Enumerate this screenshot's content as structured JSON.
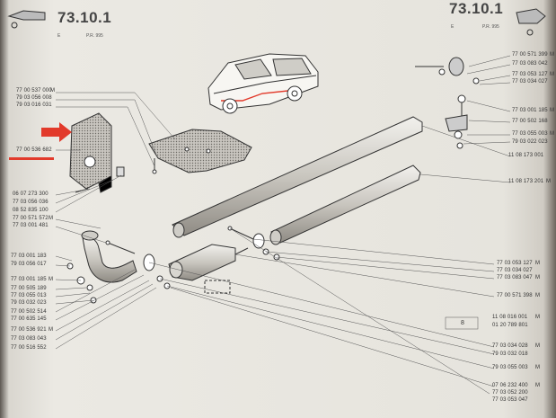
{
  "page_codes": {
    "left_section": "73.10.1",
    "left_ref": "P.R. 995",
    "left_e": "E",
    "right_section": "73.10.1",
    "right_ref": "P.R. 995",
    "right_e": "E"
  },
  "left_numbers": [
    "77 00 537 000",
    "79 03 056 008",
    "79 03 016 031",
    "77 00 536 682",
    "06 07 273 300",
    "77 03 056 036",
    "08 52 835 100",
    "77 00 571 572",
    "77 03 001 481",
    "77 03 001 183",
    "79 03 056 017",
    "77 03 001 185",
    "77 00 505 189",
    "77 03 055 013",
    "79 03 032 023",
    "77 00 502 514",
    "77 00 635 145",
    "77 00 536 921",
    "77 03 083 043",
    "77 00 516 552"
  ],
  "right_numbers": [
    "77 00 571 399",
    "77 03 083 042",
    "77 03 053 127",
    "77 03 034 027",
    "77 03 001 185",
    "77 00 502 168",
    "77 03 055 003",
    "79 03 022 023",
    "11 08 173 001",
    "11 08 173 201",
    "77 03 053 127",
    "77 03 034 027",
    "77 03 083 047",
    "77 00 571 398",
    "11 08 016 001",
    "01 20 789 801",
    "77 03 034 028",
    "79 03 032 018",
    "79 03 055 003",
    "07 06 232 400",
    "77 03 052 200",
    "77 03 053 047"
  ],
  "callouts": [
    "M",
    "M",
    "M",
    "M",
    "M",
    "M",
    "M",
    "M",
    "M",
    "M",
    "M",
    "M",
    "M",
    "M",
    "M",
    "M"
  ],
  "tag_text": "8",
  "colors": {
    "arrow": "#e23a2b",
    "ink": "#3a3a3a",
    "paper": "#e9e7e1"
  }
}
